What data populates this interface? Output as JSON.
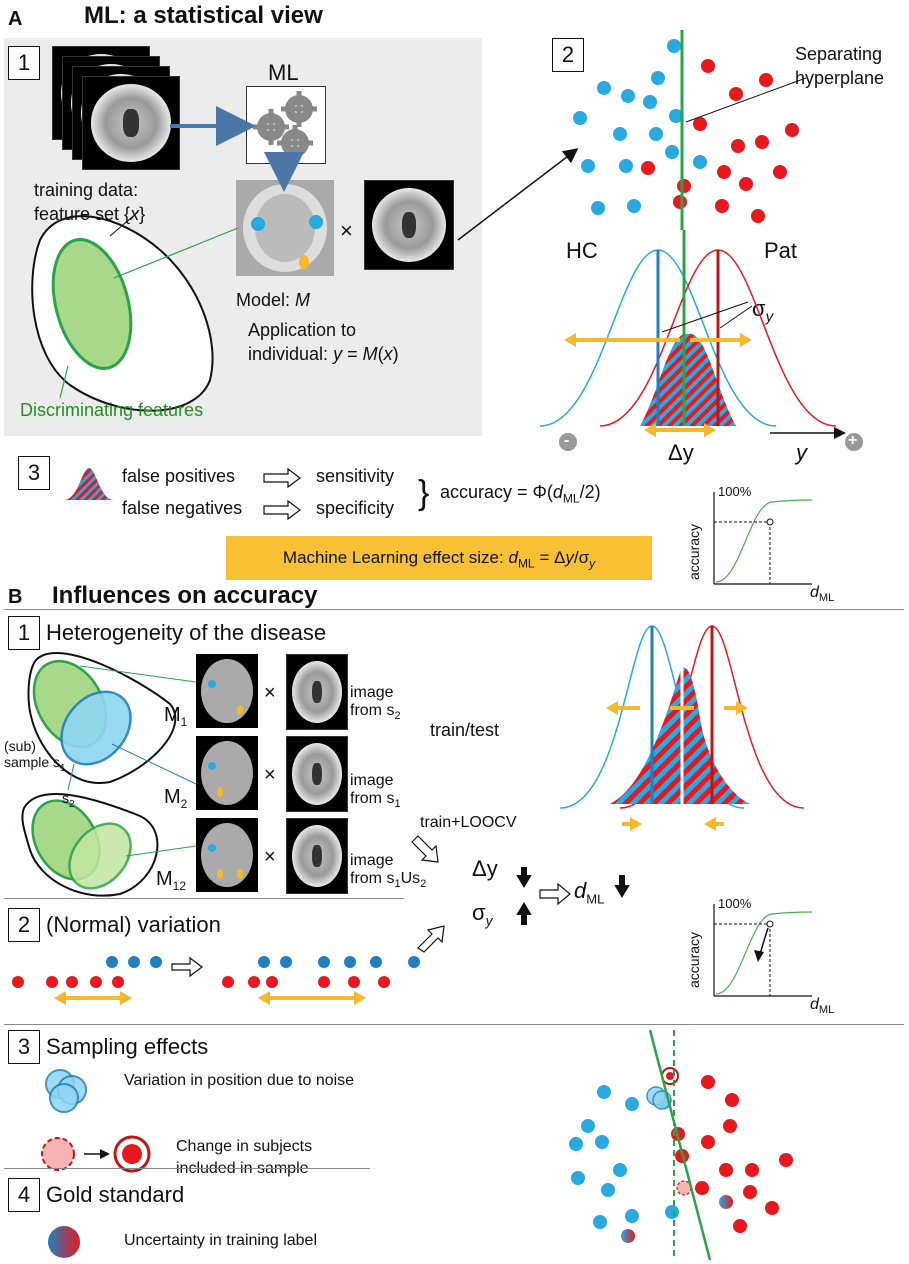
{
  "partA": {
    "letter": "A",
    "title": "ML: a statistical view",
    "box1": "1",
    "box2": "2",
    "box3": "3",
    "ml_label": "ML",
    "training_line1": "training data:",
    "training_line2a": "feature set {",
    "training_line2b": "x",
    "training_line2c": "}",
    "times": "×",
    "model_a": "Model: ",
    "model_b": "M",
    "application_line1": "Application to",
    "application_line2a": "individual: ",
    "application_line2b": "y",
    "application_line2c": " = ",
    "application_line2d": "M",
    "application_line2e": "(",
    "application_line2f": "x",
    "application_line2g": ")",
    "discriminating": "Discriminating features",
    "separating_line1": "Separating",
    "separating_line2": "hyperplane",
    "hc": "HC",
    "pat": "Pat",
    "sigma": "σ",
    "sigma_sub": "y",
    "minus": "-",
    "plus": "+",
    "delta_y": "Δy",
    "y": "y",
    "false_pos": "false positives",
    "false_neg": "false negatives",
    "sensitivity": "sensitivity",
    "specificity": "specificity",
    "accuracy_a": "accuracy = Φ(",
    "accuracy_b": "d",
    "accuracy_c": "ML",
    "accuracy_d": "/2)",
    "banner_a": "Machine Learning effect size: ",
    "banner_b": "d",
    "banner_c": "ML",
    "banner_d": " = Δ",
    "banner_e": "y",
    "banner_f": "/σ",
    "banner_g": "y",
    "inset_100": "100%",
    "inset_accuracy": "accuracy",
    "inset_d": "d",
    "inset_ml": "ML"
  },
  "partB": {
    "letter": "B",
    "title": "Influences on accuracy",
    "box1": "1",
    "box2": "2",
    "box3": "3",
    "box4": "4",
    "heterogeneity": "Heterogeneity of the disease",
    "m1": "M",
    "m1_sub": "1",
    "m2": "M",
    "m2_sub": "2",
    "m12": "M",
    "m12_sub": "12",
    "sub_line1": "(sub)",
    "sub_line2": "sample s",
    "sub_line2_sub": "1",
    "s2": "s",
    "s2_sub": "2",
    "img1_line1": "image",
    "img1_line2": "from s",
    "img1_sub": "2",
    "img2_line1": "image",
    "img2_line2": "from s",
    "img2_sub": "1",
    "img3_line1": "image",
    "img3_line2": "from s",
    "img3_sub1": "1",
    "img3_mid": "Us",
    "img3_sub2": "2",
    "train_test": "train/test",
    "train_loocv": "train+LOOCV",
    "delta_y": "Δy",
    "sigma": "σ",
    "sigma_sub": "y",
    "d_ml_a": "d",
    "d_ml_b": "ML",
    "normal_variation": "(Normal) variation",
    "inset_100": "100%",
    "inset_accuracy": "accuracy",
    "inset_d": "d",
    "inset_ml": "ML",
    "sampling": "Sampling effects",
    "variation_noise": "Variation in position due to noise",
    "change_line1": "Change in subjects",
    "change_line2": "included in sample",
    "gold": "Gold standard",
    "uncertainty": "Uncertainty in training label"
  },
  "colors": {
    "hc_blue": "#29a9e0",
    "pat_red": "#e8191e",
    "hyperplane_green": "#2aa34a",
    "arrow_yellow": "#f6b92b",
    "feature_green": "#a8d88a"
  }
}
